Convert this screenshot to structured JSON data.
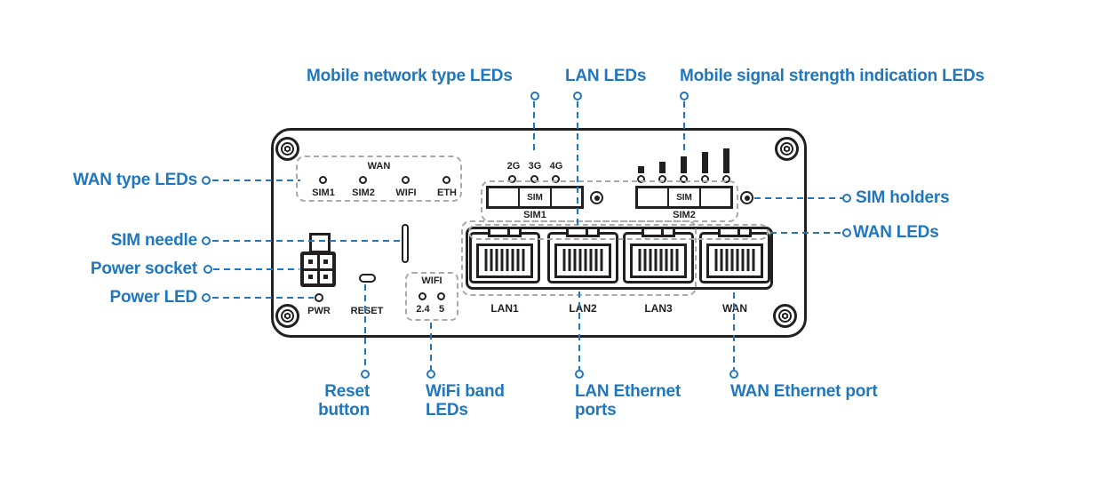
{
  "colors": {
    "accent_blue": "#2177bd",
    "device_line": "#231f20",
    "dashed_gray": "#a8aaad",
    "background": "#ffffff"
  },
  "callouts": {
    "mobile_network_type_leds": "Mobile network type LEDs",
    "lan_leds": "LAN LEDs",
    "mobile_signal_strength_leds": "Mobile signal strength indication LEDs",
    "wan_type_leds": "WAN type LEDs",
    "sim_needle": "SIM needle",
    "power_socket": "Power socket",
    "power_led": "Power LED",
    "sim_holders": "SIM holders",
    "wan_leds": "WAN LEDs",
    "reset_button": "Reset\nbutton",
    "wifi_band_leds": "WiFi band\nLEDs",
    "lan_ethernet_ports": "LAN Ethernet\nports",
    "wan_ethernet_port": "WAN Ethernet port"
  },
  "device": {
    "wan_group": {
      "title": "WAN",
      "led_labels": [
        "SIM1",
        "SIM2",
        "WIFI",
        "ETH"
      ]
    },
    "network_type_led_labels": [
      "2G",
      "3G",
      "4G"
    ],
    "sim_slot_1": {
      "holder_text": "SIM",
      "label": "SIM1"
    },
    "sim_slot_2": {
      "holder_text": "SIM",
      "label": "SIM2"
    },
    "signal_bar_count": 5,
    "port_labels": [
      "LAN1",
      "LAN2",
      "LAN3",
      "WAN"
    ],
    "power_led_label": "PWR",
    "reset_label": "RESET",
    "wifi_group": {
      "title": "WIFI",
      "led_labels": [
        "2.4",
        "5"
      ]
    }
  }
}
